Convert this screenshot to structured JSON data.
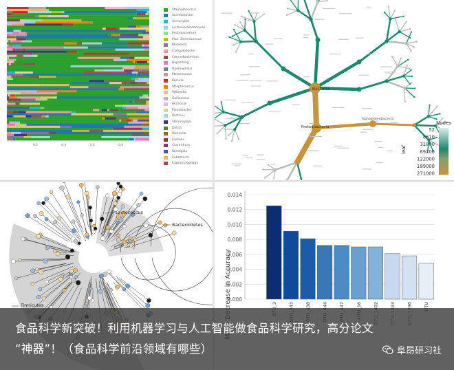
{
  "caption": {
    "line1": "食品科学新突破！利用机器学习与人工智能做食品科学研究，高分论文",
    "line2": "“神器”！（食品科学前沿领域有哪些）",
    "watermark": "阜昂研习社",
    "watermark_icon": "wechat-icon"
  },
  "top_left_chart": {
    "type": "stacked horizontal bar",
    "tick_labels": [
      "0.2",
      "0.4",
      "0.6",
      "0.8"
    ],
    "legend": [
      {
        "label": "Staphylococcus",
        "color": "#2ca02c"
      },
      {
        "label": "Acinetobacter",
        "color": "#1f77b4"
      },
      {
        "label": "Acinonyces",
        "color": "#17becf"
      },
      {
        "label": "Leifsonia/Acidomyces",
        "color": "#aec7e8"
      },
      {
        "label": "Pectobacterium",
        "color": "#98df8a"
      },
      {
        "label": "Plan. Dermacoccus",
        "color": "#bcbd22"
      },
      {
        "label": "Klebsiella",
        "color": "#9467bd"
      },
      {
        "label": "Campylobacter",
        "color": "#ff9896"
      },
      {
        "label": "Corynebacterium",
        "color": "#8c564b"
      },
      {
        "label": "Hepanhing",
        "color": "#e377c2"
      },
      {
        "label": "Haemophilus",
        "color": "#7f7f7f"
      },
      {
        "label": "Macrococcus",
        "color": "#c49c94"
      },
      {
        "label": "Kocuria",
        "color": "#d62728"
      },
      {
        "label": "Streptococcus",
        "color": "#ff7f0e"
      },
      {
        "label": "Yellonella",
        "color": "#ffbb78"
      },
      {
        "label": "Gallicoccus",
        "color": "#c5b0d5"
      },
      {
        "label": "Actinosia",
        "color": "#f7b6d2"
      },
      {
        "label": "Paludibacter",
        "color": "#dbdb8d"
      },
      {
        "label": "Pectinus",
        "color": "#9edae5"
      },
      {
        "label": "Stenoraphys",
        "color": "#393b79"
      },
      {
        "label": "Dolsia",
        "color": "#637939"
      },
      {
        "label": "Rikenella",
        "color": "#8c6d31"
      },
      {
        "label": "Faecalis",
        "color": "#843c39"
      },
      {
        "label": "Clostridium",
        "color": "#7b4173"
      },
      {
        "label": "Kandigilia",
        "color": "#5254a3"
      },
      {
        "label": "Eubacteria",
        "color": "#e7ba52"
      },
      {
        "label": "Capnocytophaga",
        "color": "#ad494a"
      }
    ]
  },
  "top_right_tree": {
    "root_label": "Bacteria",
    "branch_label": "Proteobacteria",
    "sub_label": "Alphaproteobacteria",
    "legend_title": "Nodes",
    "legend_axis": "leaf",
    "legend_values": [
      "52",
      "8610",
      "31800",
      "69700",
      "122000",
      "189000",
      "271000"
    ],
    "node_color": "#1a8a6e",
    "highlight_color": "#c8943a"
  },
  "bottom_left_tree": {
    "labels": [
      "Lactococcus",
      "Bacteroidetes",
      "Firmicutes"
    ]
  },
  "chart_data": {
    "type": "bar",
    "ylabel": "Mean Decrease in Accuracy",
    "ylim": [
      0,
      0.014
    ],
    "yticks": [
      "0.000",
      "0.002",
      "0.004",
      "0.006",
      "0.008",
      "0.010",
      "0.012",
      "0.014"
    ],
    "categories": [
      "OTU_3",
      "OTU_443",
      "OTU_438",
      "OTU_444",
      "OTU_447",
      "OTU_16",
      "OTU_1402",
      "OTU_1493",
      "OTU_1390",
      "OTU"
    ],
    "values": [
      0.0125,
      0.0091,
      0.0081,
      0.0072,
      0.0072,
      0.007,
      0.007,
      0.0061,
      0.0058,
      0.0048
    ],
    "colors": [
      "#0c2c74",
      "#0f4a98",
      "#1b5ca8",
      "#3a77b8",
      "#4d8bc4",
      "#6aa0d0",
      "#84b3da",
      "#c7d9ee",
      "#d3e2f2",
      "#e6eef8"
    ]
  }
}
